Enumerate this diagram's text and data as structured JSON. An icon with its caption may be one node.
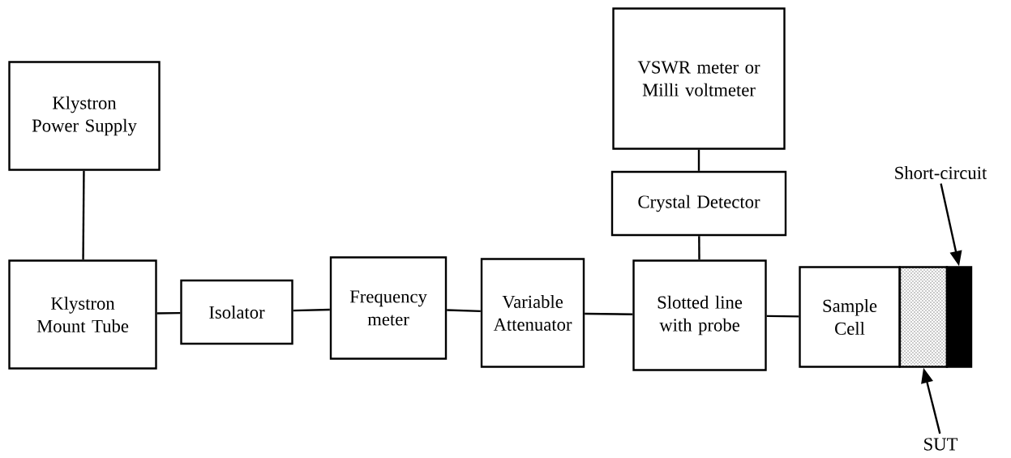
{
  "diagram": {
    "nodes": [
      {
        "text": [
          "Klystron Power Supply"
        ]
      },
      {
        "text": [
          "Klystron Mount Tube"
        ]
      },
      {
        "text": [
          "Isolator"
        ]
      },
      {
        "text": [
          "Frequency meter"
        ]
      },
      {
        "text": [
          "Variable Attenuator"
        ]
      },
      {
        "text": [
          "Slotted line with probe"
        ]
      },
      {
        "text": [
          "Crystal Detector"
        ]
      },
      {
        "text": [
          "VSWR meter or Milli voltmeter"
        ]
      },
      {
        "text": [
          "Sample Cell"
        ]
      },
      {
        "text": [],
        "shape": "box"
      },
      {
        "text": [],
        "shape": "box"
      },
      {
        "text": [
          "Short-circuit"
        ]
      },
      {
        "text": [
          "SUT"
        ]
      }
    ],
    "edges": [
      {
        "from": 0,
        "to": 1,
        "arrow": "none"
      },
      {
        "from": 1,
        "to": 2,
        "arrow": "none"
      },
      {
        "from": 2,
        "to": 3,
        "arrow": "none"
      },
      {
        "from": 3,
        "to": 4,
        "arrow": "none"
      },
      {
        "from": 4,
        "to": 5,
        "arrow": "none"
      },
      {
        "from": 7,
        "to": 6,
        "arrow": "none"
      },
      {
        "from": 6,
        "to": 5,
        "arrow": "none"
      },
      {
        "from": 5,
        "to": 8,
        "arrow": "none"
      },
      {
        "from": 11,
        "to": 10,
        "arrow": "to"
      },
      {
        "from": 12,
        "to": 9,
        "arrow": "to"
      }
    ]
  }
}
